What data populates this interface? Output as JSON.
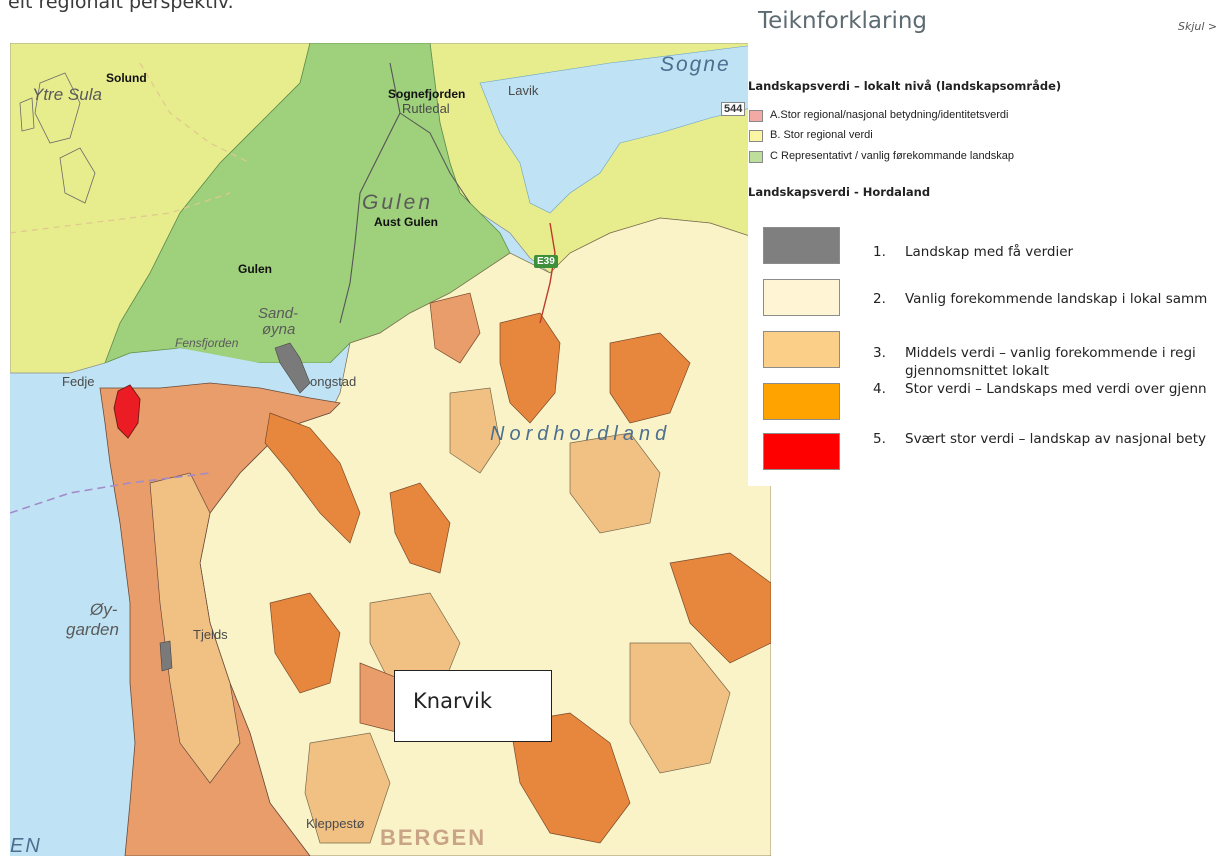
{
  "intro_text": "eit regionalt perspektiv.",
  "map": {
    "labels": {
      "solund": "Solund",
      "ytre_sula": "Ytre Sula",
      "sognefjorden": "Sognefjorden",
      "rutledal": "Rutledal",
      "lavik": "Lavik",
      "sogne": "Sogne",
      "gulen_italic": "Gulen",
      "aust_gulen": "Aust Gulen",
      "gulen": "Gulen",
      "sand_oyna_1": "Sand-",
      "sand_oyna_2": "øyna",
      "fensfjorden": "Fensfjorden",
      "fedje": "Fedje",
      "mongstad": "ongstad",
      "nordhordland": "Nordhordland",
      "oygarden_1": "Øy-",
      "oygarden_2": "garden",
      "tjeldst": "Tjelds",
      "bergen": "BERGEN",
      "kleppesto": "Kleppestø",
      "en": "EN",
      "road_e39": "E39",
      "road_544": "544"
    },
    "callout": "Knarvik",
    "colors": {
      "sea": "#bfe3f4",
      "yellow_green": "#e7ec8c",
      "green": "#9fd07c",
      "cream": "#faf3c8",
      "light_orange": "#f1c184",
      "salmon": "#e89d6a",
      "orange": "#e7873d",
      "red": "#ec1c24",
      "grey": "#7a7a7a"
    }
  },
  "legend": {
    "title": "Teiknforklaring",
    "hide_label": "Skjul >",
    "section1_title": "Landskapsverdi – lokalt nivå (landskapsområde)",
    "section1_items": [
      {
        "label": "A.Stor regional/nasjonal betydning/identitetsverdi",
        "color": "#f4aaa4"
      },
      {
        "label": "B. Stor regional verdi",
        "color": "#fbf6a4"
      },
      {
        "label": "C Representativt / vanlig førekommande landskap",
        "color": "#bedf9c"
      }
    ],
    "section2_title": "Landskapsverdi - Hordaland",
    "section2_items": [
      {
        "number": "1.",
        "label": "Landskap med få verdier",
        "color": "#7f7f7f"
      },
      {
        "number": "2.",
        "label": "Vanlig forekommende landskap i lokal samm",
        "color": "#fff5d4"
      },
      {
        "number": "3.",
        "label": "Middels verdi – vanlig forekommende i regi",
        "label2": "gjennomsnittet lokalt",
        "color": "#fbcf88"
      },
      {
        "number": "4.",
        "label": "Stor verdi – Landskaps med verdi over gjenn",
        "color": "#ffa300"
      },
      {
        "number": "5.",
        "label": "Svært stor verdi – landskap av nasjonal bety",
        "color": "#ff0000"
      }
    ]
  }
}
